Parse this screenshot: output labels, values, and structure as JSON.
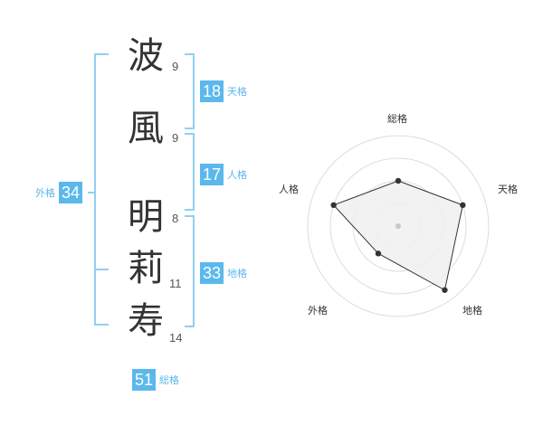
{
  "name": {
    "characters": [
      {
        "char": "波",
        "strokes": "9"
      },
      {
        "char": "風",
        "strokes": "9"
      },
      {
        "char": "明",
        "strokes": "8"
      },
      {
        "char": "莉",
        "strokes": "11"
      },
      {
        "char": "寿",
        "strokes": "14"
      }
    ]
  },
  "scores": {
    "tenkaku": {
      "value": "18",
      "label": "天格"
    },
    "jinkaku": {
      "value": "17",
      "label": "人格"
    },
    "chikaku": {
      "value": "33",
      "label": "地格"
    },
    "gaikaku": {
      "value": "34",
      "label": "外格"
    },
    "soukaku": {
      "value": "51",
      "label": "総格"
    }
  },
  "chart_data": {
    "type": "radar",
    "axes": [
      "総格",
      "天格",
      "地格",
      "外格",
      "人格"
    ],
    "levels": 3,
    "values": [
      2.0,
      3.0,
      3.5,
      1.5,
      3.0
    ],
    "max": 4
  },
  "colors": {
    "accent": "#5bb8ec",
    "bracket": "#8fd0f2",
    "radar_fill": "#f0f0f0",
    "radar_line": "#333333"
  }
}
